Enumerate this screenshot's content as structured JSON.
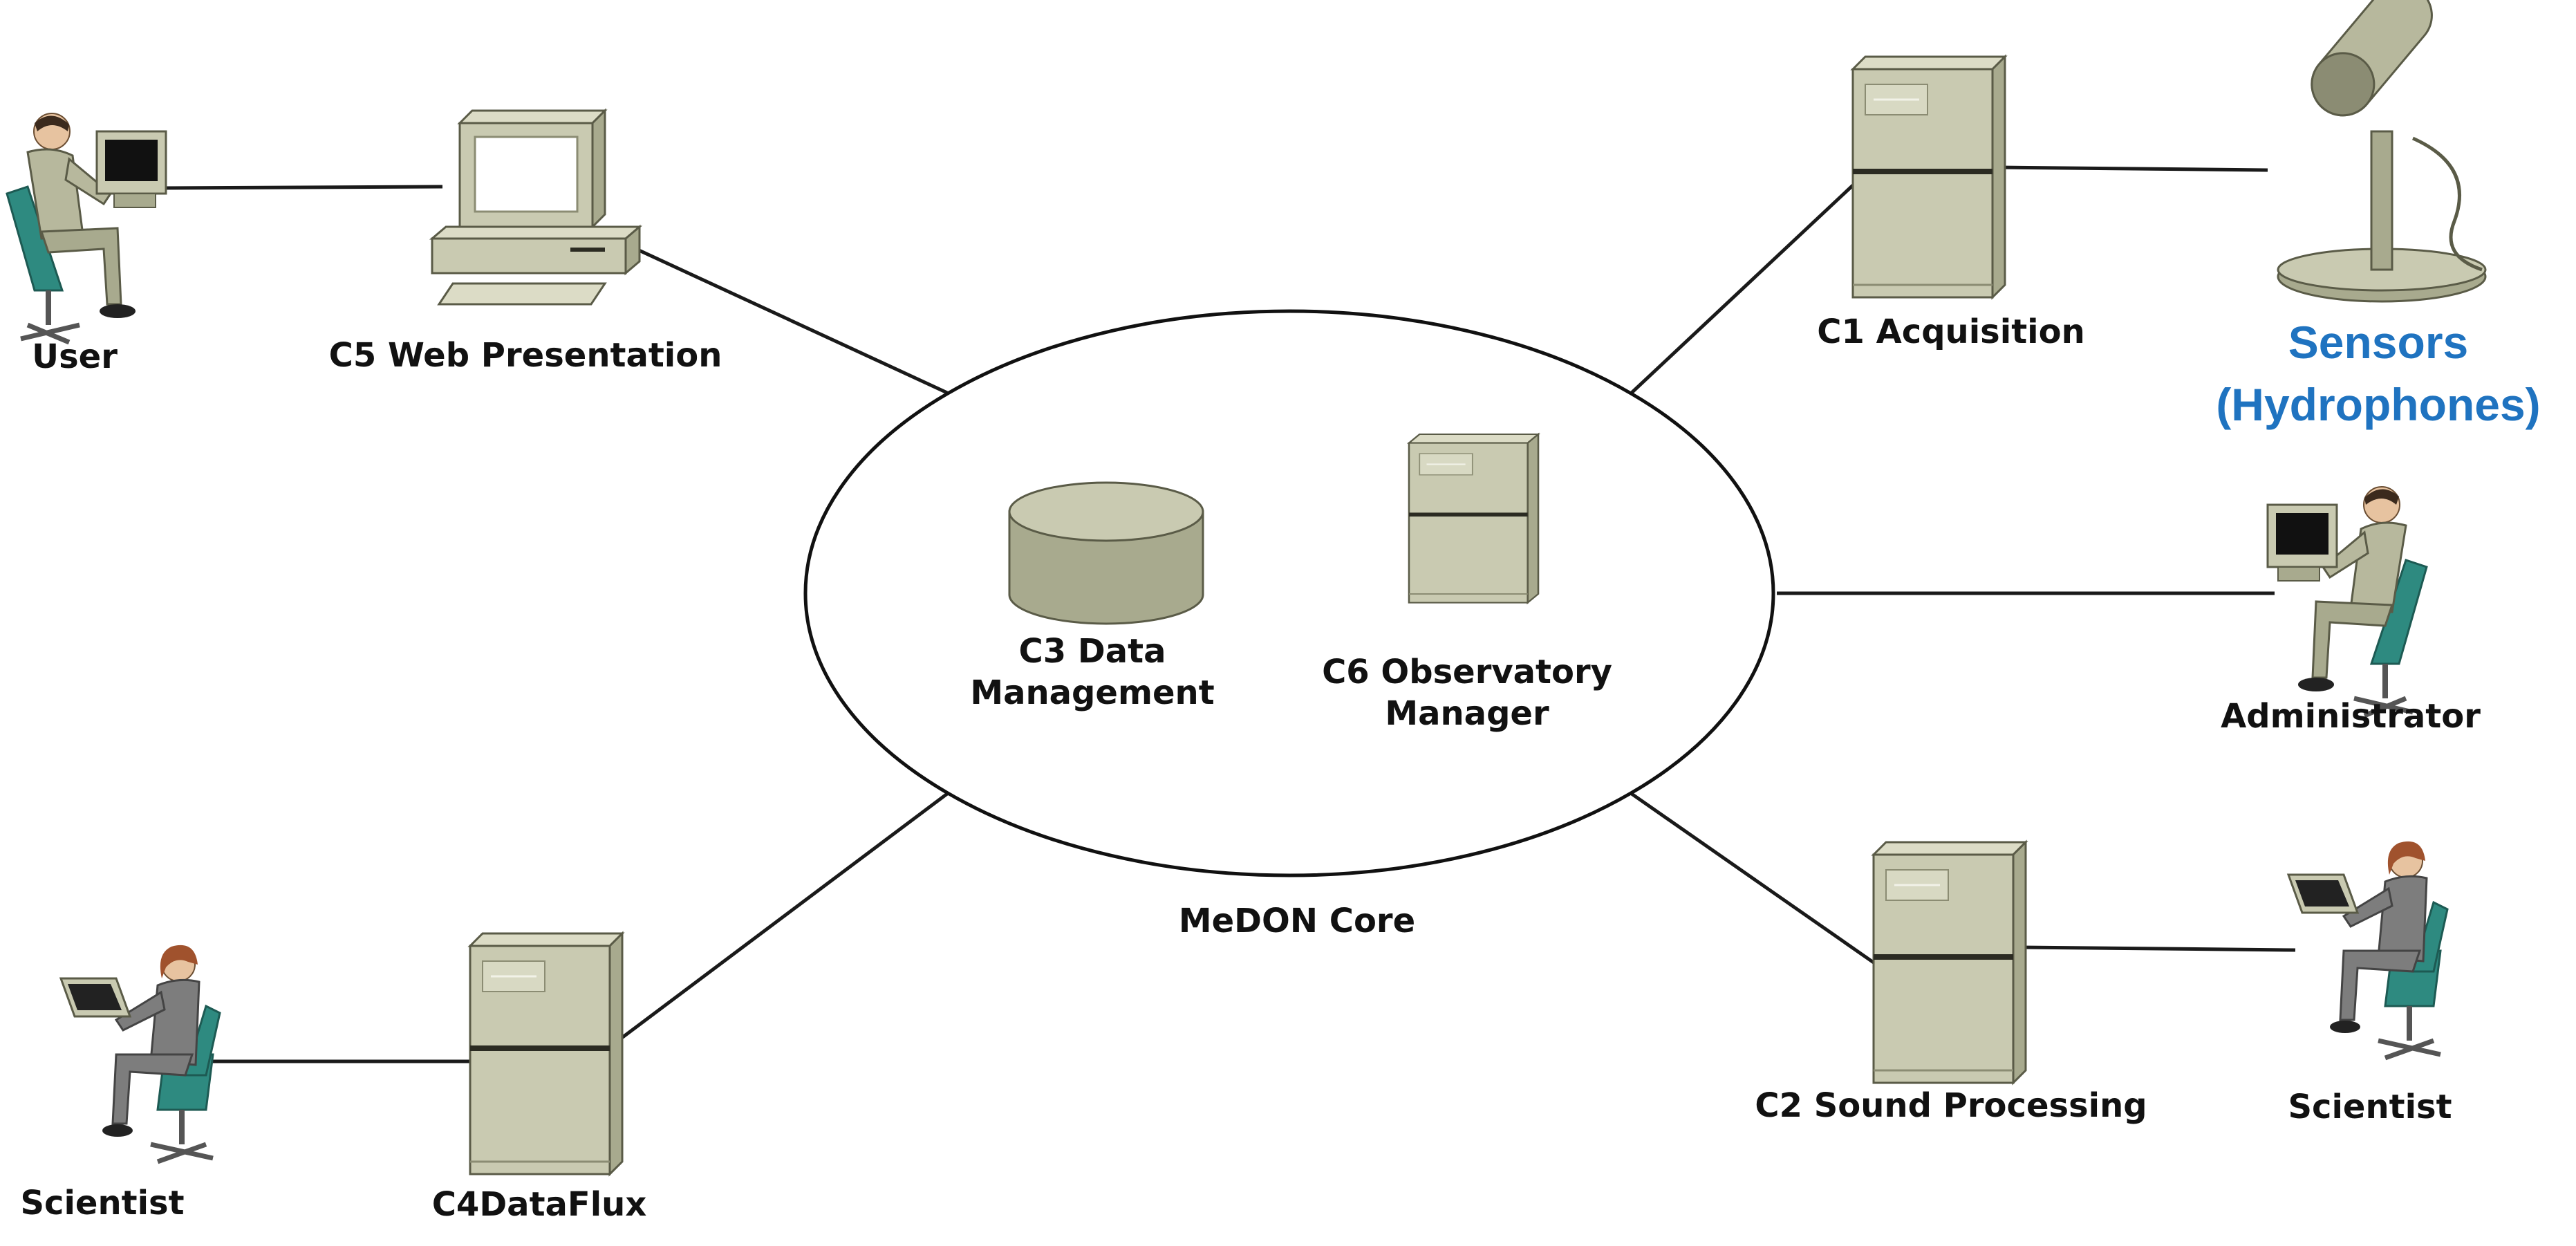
{
  "diagram": {
    "core": {
      "label": "MeDON Core"
    },
    "components": {
      "c1": "C1 Acquisition",
      "c2": "C2 Sound Processing",
      "c3_line1": "C3 Data",
      "c3_line2": "Management",
      "c4": "C4DataFlux",
      "c5": "C5 Web Presentation",
      "c6_line1": "C6 Observatory",
      "c6_line2": "Manager"
    },
    "actors": {
      "user": "User",
      "administrator": "Administrator",
      "scientist_left": "Scientist",
      "scientist_right": "Scientist"
    },
    "sensors": {
      "line1": "Sensors",
      "line2": "(Hydrophones)"
    }
  },
  "colors": {
    "equipment_fill": "#c9cab1",
    "equipment_dark": "#a8aa8e",
    "equipment_stroke": "#5a5b47",
    "chair_teal": "#2e8a80",
    "person_suit": "#b7b89d",
    "sensor_label_blue": "#1f73c0",
    "line": "#1a1a1a"
  }
}
